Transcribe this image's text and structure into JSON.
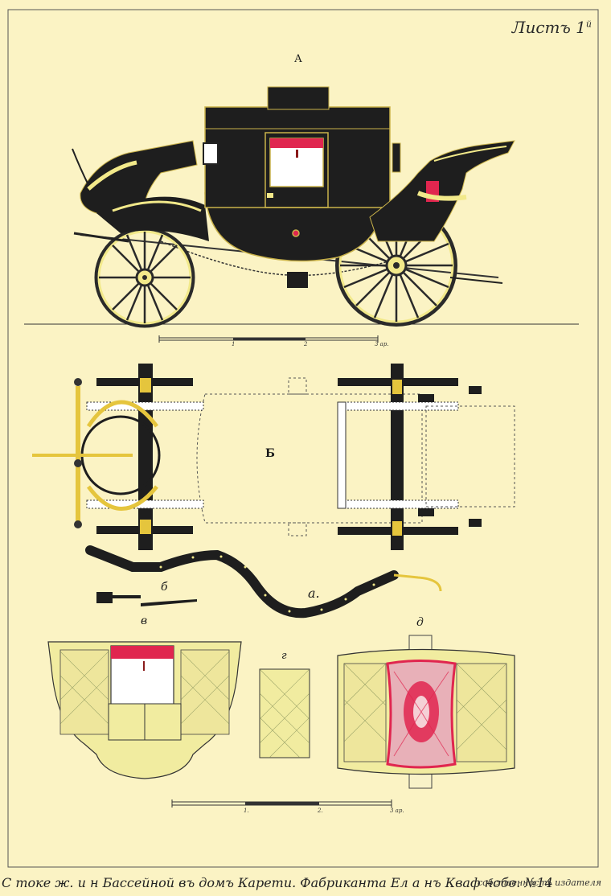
{
  "sheet_label": "Листъ 1",
  "sheet_label_sup": "й",
  "figures": {
    "a_side_view": "А",
    "b_plan": "Б",
    "small_b": "б",
    "small_a": "а.",
    "v": "в",
    "g": "г",
    "d": "д"
  },
  "scales": {
    "top": {
      "marks": [
        "1",
        "2",
        "3 ар."
      ]
    },
    "bottom": {
      "marks": [
        "1.",
        "2.",
        "3 ар."
      ]
    }
  },
  "footer": {
    "left": "С токе ж. и н Бассейной въ домъ Карети. Фабриканта Ел а нъ Кваф нобо. №14",
    "right": "собственность издателя"
  },
  "colors": {
    "paper": "#fbf3c4",
    "body_black": "#1e1e1e",
    "wheel_yellow": "#f2e98a",
    "accent_red": "#e0264f",
    "lining_yellow": "#f1eca0"
  }
}
